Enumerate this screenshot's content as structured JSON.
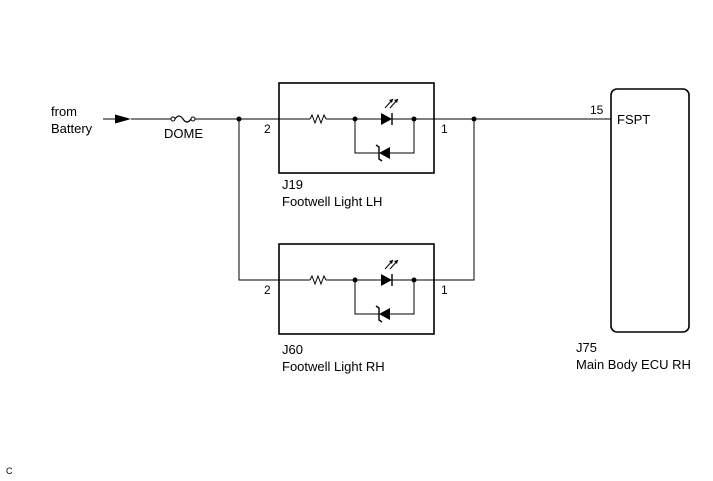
{
  "source": {
    "line1": "from",
    "line2": "Battery"
  },
  "fuse": {
    "label": "DOME"
  },
  "lights": [
    {
      "connector": "J19",
      "name": "Footwell Light LH",
      "pin_in": "2",
      "pin_out": "1"
    },
    {
      "connector": "J60",
      "name": "Footwell Light RH",
      "pin_in": "2",
      "pin_out": "1"
    }
  ],
  "ecu": {
    "connector": "J75",
    "name": "Main Body ECU RH",
    "pin": "15",
    "terminal": "FSPT"
  },
  "corner_mark": "C"
}
